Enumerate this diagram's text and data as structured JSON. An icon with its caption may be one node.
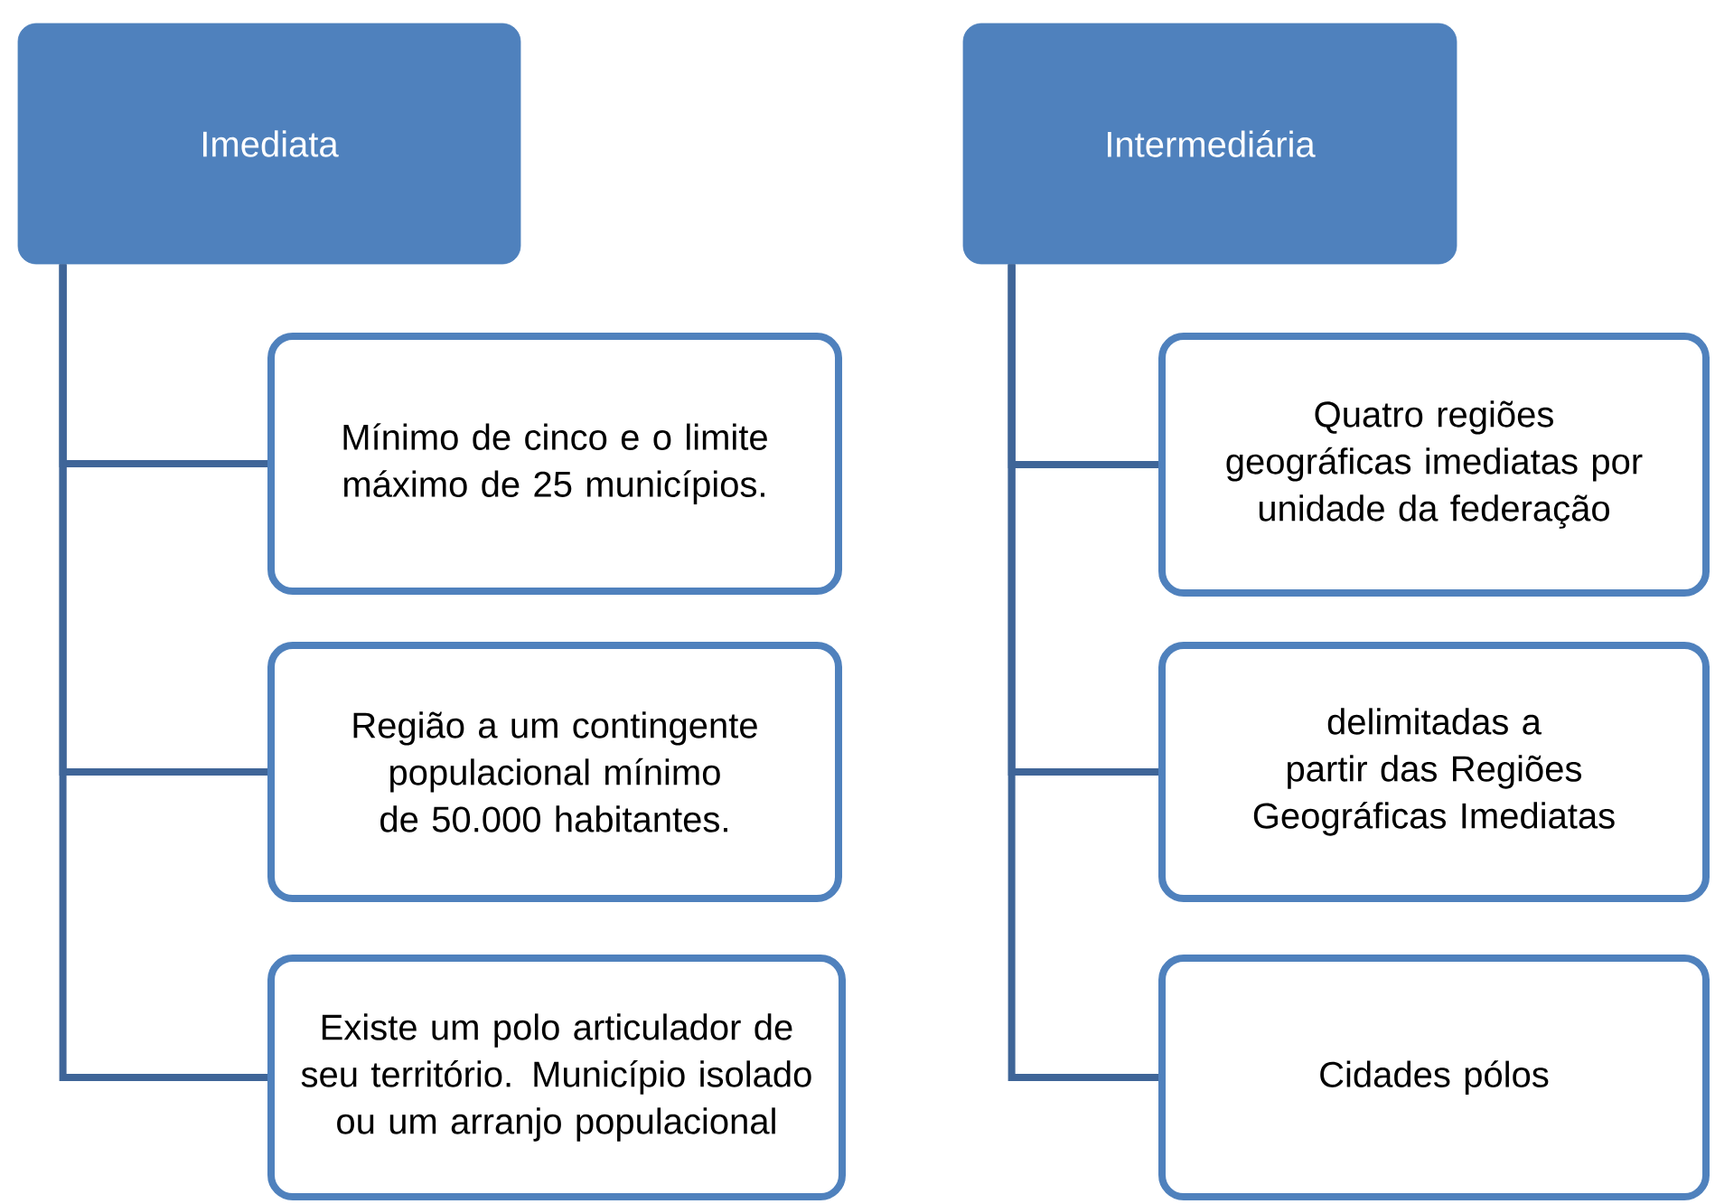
{
  "diagram": {
    "nodes": [
      {
        "text": [
          "Imediata"
        ]
      },
      {
        "text": [
          "Mínimo de cinco e o limite máximo de 25 municípios."
        ]
      },
      {
        "text": [
          "Região a um contingente populacional mínimo de 50.000 habitantes."
        ]
      },
      {
        "text": [
          "Existe um polo articulador de seu território. Município isolado ou um arranjo populacional"
        ]
      },
      {
        "text": [
          "Intermediária"
        ]
      },
      {
        "text": [
          "Quatro regiões geográficas imediatas por unidade da federação"
        ]
      },
      {
        "text": [
          "delimitadas a partir das Regiões Geográficas Imediatas"
        ]
      },
      {
        "text": [
          "Cidades pólos"
        ]
      }
    ],
    "edges": [
      {
        "from": 0,
        "to": 1,
        "arrow": "none"
      },
      {
        "from": 0,
        "to": 2,
        "arrow": "none"
      },
      {
        "from": 0,
        "to": 3,
        "arrow": "none"
      },
      {
        "from": 4,
        "to": 5,
        "arrow": "none"
      },
      {
        "from": 4,
        "to": 6,
        "arrow": "none"
      },
      {
        "from": 4,
        "to": 7,
        "arrow": "none"
      }
    ]
  }
}
